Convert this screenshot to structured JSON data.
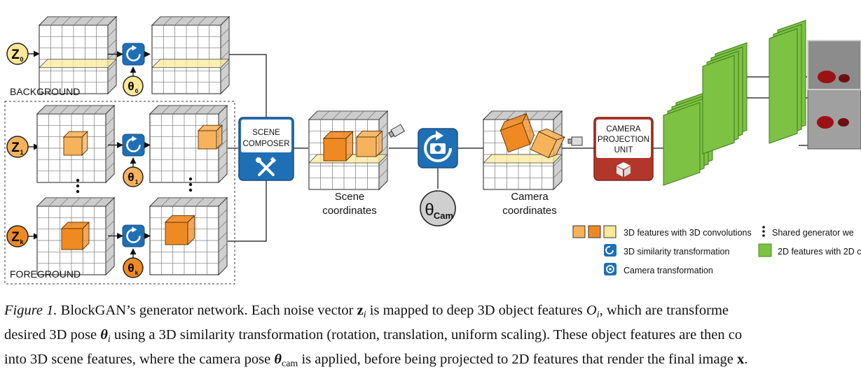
{
  "labels": {
    "background": "BACKGROUND",
    "foreground": "FOREGROUND",
    "scene_coordinates_line1": "Scene",
    "scene_coordinates_line2": "coordinates",
    "camera_coordinates_line1": "Camera",
    "camera_coordinates_line2": "coordinates"
  },
  "noise": {
    "z0_main": "Z",
    "z0_sub": "0",
    "z1_main": "Z",
    "z1_sub": "1",
    "zk_main": "Z",
    "zk_sub": "k"
  },
  "pose": {
    "t0_main": "θ",
    "t0_sub": "0",
    "t1_main": "θ",
    "t1_sub": "1",
    "tk_main": "θ",
    "tk_sub": "k",
    "cam_main": "θ",
    "cam_sub": "Cam"
  },
  "scene_composer": {
    "line1": "SCENE",
    "line2": "COMPOSER"
  },
  "projection_unit": {
    "line1": "CAMERA",
    "line2": "PROJECTION",
    "line3": "UNIT"
  },
  "legend": {
    "features_3d": "3D features with 3D convolutions",
    "similarity": "3D similarity transformation",
    "camera_transform": "Camera transformation",
    "shared": "Shared generator we",
    "features_2d": "2D features with 2D c"
  },
  "colors": {
    "background_plane": "#fbe99a",
    "light_cube": "#f7b35c",
    "dark_cube": "#ef8a22",
    "blue_box": "#1f6fb4",
    "red_box": "#b3362a",
    "green_feature": "#7dc242"
  },
  "caption": {
    "label": "Figure 1.",
    "line1_a": "BlockGAN’s generator network. Each noise vector",
    "z_sym": "z",
    "z_sub": "i",
    "line1_b": "is mapped to deep 3D object features",
    "O_sym": "O",
    "O_sub": "i",
    "line1_c": ", which are transforme",
    "line2_a": "desired 3D pose",
    "theta_sym": "θ",
    "theta_sub": "i",
    "line2_b": "using a 3D similarity transformation (rotation, translation, uniform scaling). These object features are then co",
    "line3_a": "into 3D scene features, where the camera pose",
    "theta_cam_sub": "cam",
    "line3_b": "is applied, before being projected to 2D features that render the final image",
    "x_sym": "x",
    "line3_c": "."
  }
}
